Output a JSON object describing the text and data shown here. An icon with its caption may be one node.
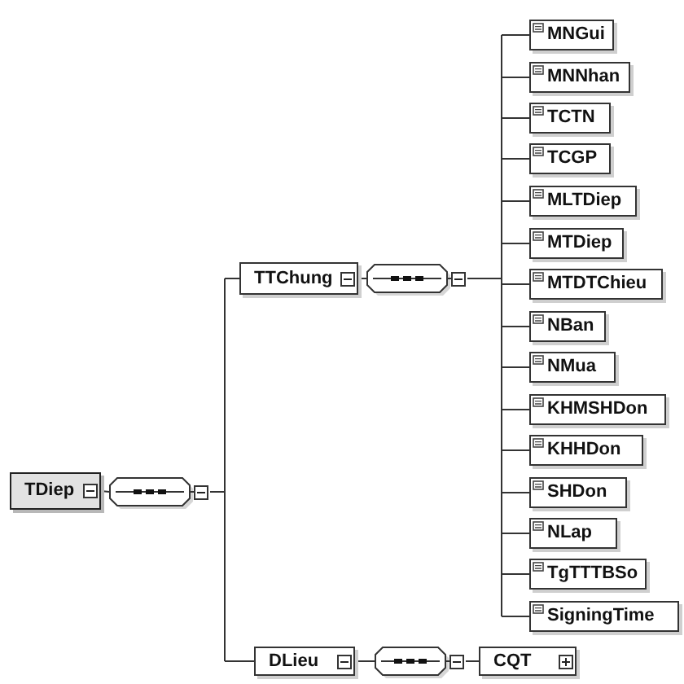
{
  "diagram": {
    "nodes": [
      {
        "text": [
          "TDiep"
        ]
      },
      {
        "text": [],
        "shape": "octagon"
      },
      {
        "text": [
          "TTChung"
        ]
      },
      {
        "text": [],
        "shape": "octagon"
      },
      {
        "text": [
          "MNGui"
        ]
      },
      {
        "text": [
          "MNNhan"
        ]
      },
      {
        "text": [
          "TCTN"
        ]
      },
      {
        "text": [
          "TCGP"
        ]
      },
      {
        "text": [
          "MLTDiep"
        ]
      },
      {
        "text": [
          "MTDiep"
        ]
      },
      {
        "text": [
          "MTDTChieu"
        ]
      },
      {
        "text": [
          "NBan"
        ]
      },
      {
        "text": [
          "NMua"
        ]
      },
      {
        "text": [
          "KHMSHDon"
        ]
      },
      {
        "text": [
          "KHHDon"
        ]
      },
      {
        "text": [
          "SHDon"
        ]
      },
      {
        "text": [
          "NLap"
        ]
      },
      {
        "text": [
          "TgTTTBSo"
        ]
      },
      {
        "text": [
          "SigningTime"
        ]
      },
      {
        "text": [
          "DLieu"
        ]
      },
      {
        "text": [],
        "shape": "octagon"
      },
      {
        "text": [
          "CQT"
        ]
      }
    ],
    "edges": [
      {
        "from": 0,
        "to": 1,
        "arrow": "none"
      },
      {
        "from": 1,
        "to": 2,
        "arrow": "none"
      },
      {
        "from": 1,
        "to": 19,
        "arrow": "none"
      },
      {
        "from": 2,
        "to": 3,
        "arrow": "none"
      },
      {
        "from": 3,
        "to": 4,
        "arrow": "none"
      },
      {
        "from": 3,
        "to": 5,
        "arrow": "none"
      },
      {
        "from": 3,
        "to": 6,
        "arrow": "none"
      },
      {
        "from": 3,
        "to": 7,
        "arrow": "none"
      },
      {
        "from": 3,
        "to": 8,
        "arrow": "none"
      },
      {
        "from": 3,
        "to": 9,
        "arrow": "none"
      },
      {
        "from": 3,
        "to": 10,
        "arrow": "none"
      },
      {
        "from": 3,
        "to": 11,
        "arrow": "none"
      },
      {
        "from": 3,
        "to": 12,
        "arrow": "none"
      },
      {
        "from": 3,
        "to": 13,
        "arrow": "none"
      },
      {
        "from": 3,
        "to": 14,
        "arrow": "none"
      },
      {
        "from": 3,
        "to": 15,
        "arrow": "none"
      },
      {
        "from": 3,
        "to": 16,
        "arrow": "none"
      },
      {
        "from": 3,
        "to": 17,
        "arrow": "none"
      },
      {
        "from": 3,
        "to": 18,
        "arrow": "none"
      },
      {
        "from": 19,
        "to": 20,
        "arrow": "none"
      },
      {
        "from": 20,
        "to": 21,
        "arrow": "none"
      }
    ]
  }
}
